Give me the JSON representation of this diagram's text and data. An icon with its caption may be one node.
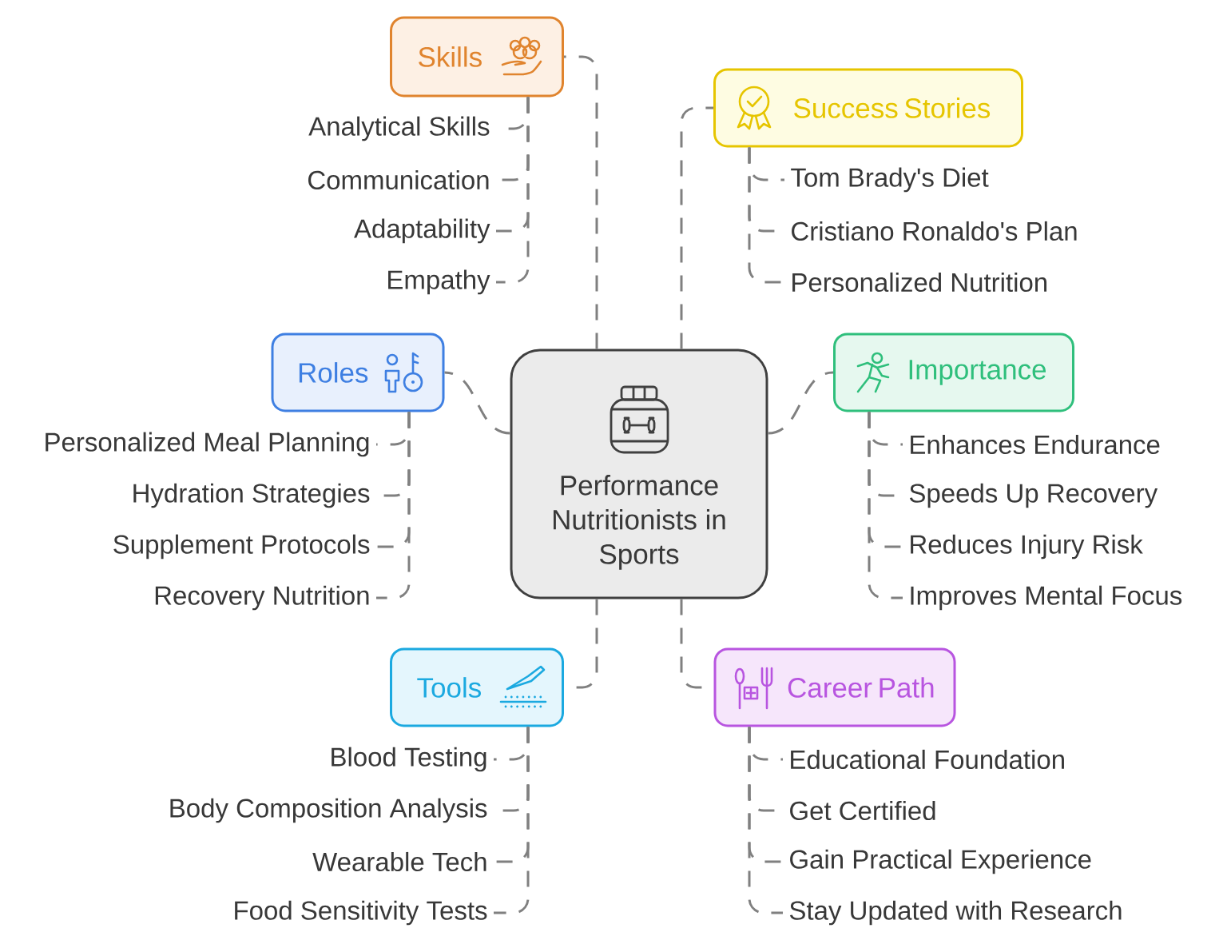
{
  "diagram": {
    "nodes": [
      {
        "text": [
          "Performance Nutritionists in Sports"
        ]
      },
      {
        "text": [
          "Skills"
        ]
      },
      {
        "text": [
          "Analytical Skills"
        ]
      },
      {
        "text": [
          "Communication"
        ]
      },
      {
        "text": [
          "Adaptability"
        ]
      },
      {
        "text": [
          "Empathy"
        ]
      },
      {
        "text": [
          "Success Stories"
        ]
      },
      {
        "text": [
          "Tom Brady's Diet"
        ]
      },
      {
        "text": [
          "Cristiano Ronaldo's Plan"
        ]
      },
      {
        "text": [
          "Personalized Nutrition"
        ]
      },
      {
        "text": [
          "Roles"
        ]
      },
      {
        "text": [
          "Personalized Meal Planning"
        ]
      },
      {
        "text": [
          "Hydration Strategies"
        ]
      },
      {
        "text": [
          "Supplement Protocols"
        ]
      },
      {
        "text": [
          "Recovery Nutrition"
        ]
      },
      {
        "text": [
          "Importance"
        ]
      },
      {
        "text": [
          "Enhances Endurance"
        ]
      },
      {
        "text": [
          "Speeds Up Recovery"
        ]
      },
      {
        "text": [
          "Reduces Injury Risk"
        ]
      },
      {
        "text": [
          "Improves Mental Focus"
        ]
      },
      {
        "text": [
          "Tools"
        ]
      },
      {
        "text": [
          "Blood Testing"
        ]
      },
      {
        "text": [
          "Body Composition Analysis"
        ]
      },
      {
        "text": [
          "Wearable Tech"
        ]
      },
      {
        "text": [
          "Food Sensitivity Tests"
        ]
      },
      {
        "text": [
          "Career Path"
        ]
      },
      {
        "text": [
          "Educational Foundation"
        ]
      },
      {
        "text": [
          "Get Certified"
        ]
      },
      {
        "text": [
          "Gain Practical Experience"
        ]
      },
      {
        "text": [
          "Stay Updated with Research"
        ]
      }
    ],
    "edges": [
      {
        "from": 0,
        "to": 1,
        "arrow": "none",
        "style": "dashed"
      },
      {
        "from": 0,
        "to": 6,
        "arrow": "none",
        "style": "dashed"
      },
      {
        "from": 0,
        "to": 10,
        "arrow": "none",
        "style": "dashed"
      },
      {
        "from": 0,
        "to": 15,
        "arrow": "none",
        "style": "dashed"
      },
      {
        "from": 0,
        "to": 20,
        "arrow": "none",
        "style": "dashed"
      },
      {
        "from": 0,
        "to": 25,
        "arrow": "none",
        "style": "dashed"
      },
      {
        "from": 1,
        "to": 2,
        "arrow": "none",
        "style": "dashed"
      },
      {
        "from": 1,
        "to": 3,
        "arrow": "none",
        "style": "dashed"
      },
      {
        "from": 1,
        "to": 4,
        "arrow": "none",
        "style": "dashed"
      },
      {
        "from": 1,
        "to": 5,
        "arrow": "none",
        "style": "dashed"
      },
      {
        "from": 6,
        "to": 7,
        "arrow": "none",
        "style": "dashed"
      },
      {
        "from": 6,
        "to": 8,
        "arrow": "none",
        "style": "dashed"
      },
      {
        "from": 6,
        "to": 9,
        "arrow": "none",
        "style": "dashed"
      },
      {
        "from": 10,
        "to": 11,
        "arrow": "none",
        "style": "dashed"
      },
      {
        "from": 10,
        "to": 12,
        "arrow": "none",
        "style": "dashed"
      },
      {
        "from": 10,
        "to": 13,
        "arrow": "none",
        "style": "dashed"
      },
      {
        "from": 10,
        "to": 14,
        "arrow": "none",
        "style": "dashed"
      },
      {
        "from": 15,
        "to": 16,
        "arrow": "none",
        "style": "dashed"
      },
      {
        "from": 15,
        "to": 17,
        "arrow": "none",
        "style": "dashed"
      },
      {
        "from": 15,
        "to": 18,
        "arrow": "none",
        "style": "dashed"
      },
      {
        "from": 15,
        "to": 19,
        "arrow": "none",
        "style": "dashed"
      },
      {
        "from": 20,
        "to": 21,
        "arrow": "none",
        "style": "dashed"
      },
      {
        "from": 20,
        "to": 22,
        "arrow": "none",
        "style": "dashed"
      },
      {
        "from": 20,
        "to": 23,
        "arrow": "none",
        "style": "dashed"
      },
      {
        "from": 20,
        "to": 24,
        "arrow": "none",
        "style": "dashed"
      },
      {
        "from": 25,
        "to": 26,
        "arrow": "none",
        "style": "dashed"
      },
      {
        "from": 25,
        "to": 27,
        "arrow": "none",
        "style": "dashed"
      },
      {
        "from": 25,
        "to": 28,
        "arrow": "none",
        "style": "dashed"
      },
      {
        "from": 25,
        "to": 29,
        "arrow": "none",
        "style": "dashed"
      }
    ]
  }
}
